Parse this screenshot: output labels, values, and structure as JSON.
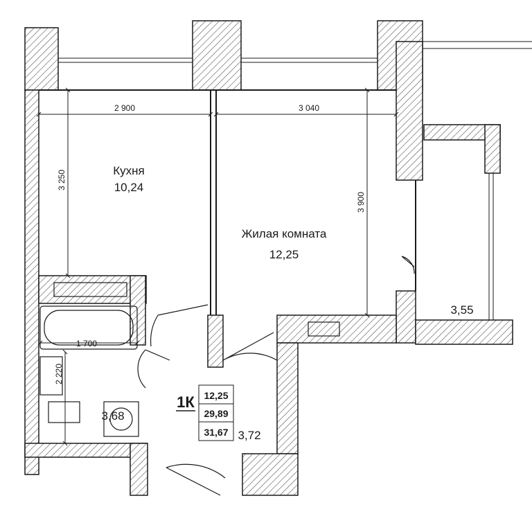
{
  "rooms": {
    "kitchen": {
      "name": "Кухня",
      "area": "10,24"
    },
    "living": {
      "name": "Жилая комната",
      "area": "12,25"
    },
    "balcony": {
      "area": "3,55"
    },
    "bathroom": {
      "area": "3,68"
    },
    "hall": {
      "area": "3,72"
    }
  },
  "dimensions": {
    "kitchen_width": "2 900",
    "living_width": "3 040",
    "kitchen_depth": "3 250",
    "living_depth": "3 900",
    "bath_width": "1 700",
    "bath_depth": "2 220"
  },
  "summary": {
    "type": "1К",
    "living_area": "12,25",
    "total_area": "29,89",
    "total_with_balcony": "31,67"
  },
  "colors": {
    "line": "#1a1a1a",
    "wall_hatch": "#555555",
    "background": "#ffffff"
  }
}
